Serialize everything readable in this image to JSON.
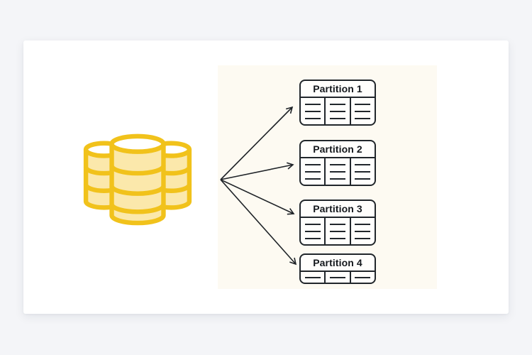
{
  "diagram": {
    "type": "database-partitioning",
    "source_node": "database",
    "partition_count": 4
  },
  "partitions": [
    {
      "label": "Partition 1",
      "columns": 3,
      "rows_per_column": 3
    },
    {
      "label": "Partition 2",
      "columns": 3,
      "rows_per_column": 3
    },
    {
      "label": "Partition 3",
      "columns": 3,
      "rows_per_column": 3
    },
    {
      "label": "Partition 4",
      "columns": 3,
      "rows_per_column": 1
    }
  ],
  "arrows": {
    "count": 4,
    "from": "database",
    "to": [
      "Partition 1",
      "Partition 2",
      "Partition 3",
      "Partition 4"
    ]
  },
  "icons": {
    "database": "database-cylinders-icon"
  },
  "colors": {
    "page_bg": "#f4f5f8",
    "card_bg": "#ffffff",
    "panel_bg": "#fdfaf2",
    "box_border": "#21262b",
    "text": "#14181d",
    "arrow": "#1f2328",
    "db_stroke": "#f1c21b",
    "db_fill": "#fbe8ab",
    "db_top": "#ffffff"
  }
}
